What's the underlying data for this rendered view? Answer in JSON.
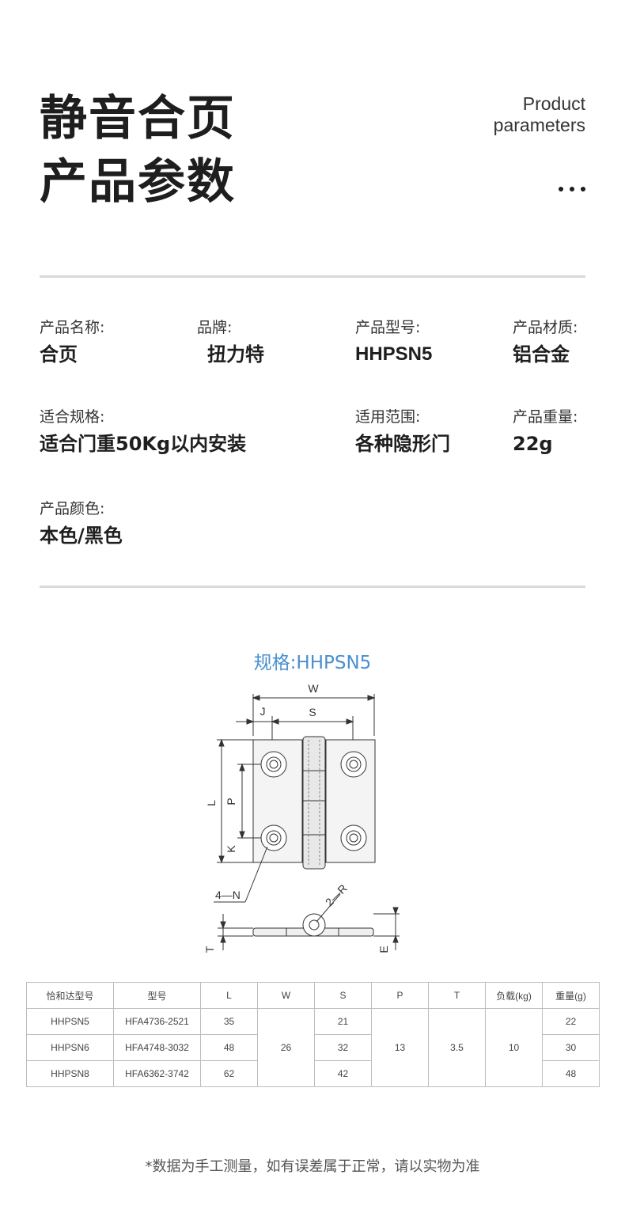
{
  "header": {
    "title_line1": "静音合页",
    "title_line2": "产品参数",
    "en_line1": "Product",
    "en_line2": "parameters"
  },
  "params": {
    "name_label": "产品名称:",
    "name_value": "合页",
    "brand_label": "品牌:",
    "brand_value": "扭力特",
    "model_label": "产品型号:",
    "model_value": "HHPSN5",
    "material_label": "产品材质:",
    "material_value": "铝合金",
    "spec_label": "适合规格:",
    "spec_value": "适合门重50Kg以内安装",
    "scope_label": "适用范围:",
    "scope_value": "各种隐形门",
    "weight_label": "产品重量:",
    "weight_value": "22g",
    "color_label": "产品颜色:",
    "color_value": "本色/黑色"
  },
  "drawing": {
    "title": "规格:HHPSN5",
    "dim_w": "W",
    "dim_j": "J",
    "dim_s": "S",
    "dim_l": "L",
    "dim_p": "P",
    "dim_k": "K",
    "dim_n": "4—N",
    "dim_r": "2—R",
    "dim_t": "T",
    "dim_e": "E"
  },
  "table": {
    "headers": [
      "恰和达型号",
      "型号",
      "L",
      "W",
      "S",
      "P",
      "T",
      "负载(kg)",
      "重量(g)"
    ],
    "rows": [
      {
        "model": "HHPSN5",
        "type": "HFA4736-2521",
        "L": "35",
        "S": "21",
        "weight": "22"
      },
      {
        "model": "HHPSN6",
        "type": "HFA4748-3032",
        "L": "48",
        "S": "32",
        "weight": "30"
      },
      {
        "model": "HHPSN8",
        "type": "HFA6362-3742",
        "L": "62",
        "S": "42",
        "weight": "48"
      }
    ],
    "shared": {
      "W": "26",
      "P": "13",
      "T": "3.5",
      "load": "10"
    }
  },
  "footer": {
    "note": "*数据为手工测量，如有误差属于正常，请以实物为准"
  }
}
